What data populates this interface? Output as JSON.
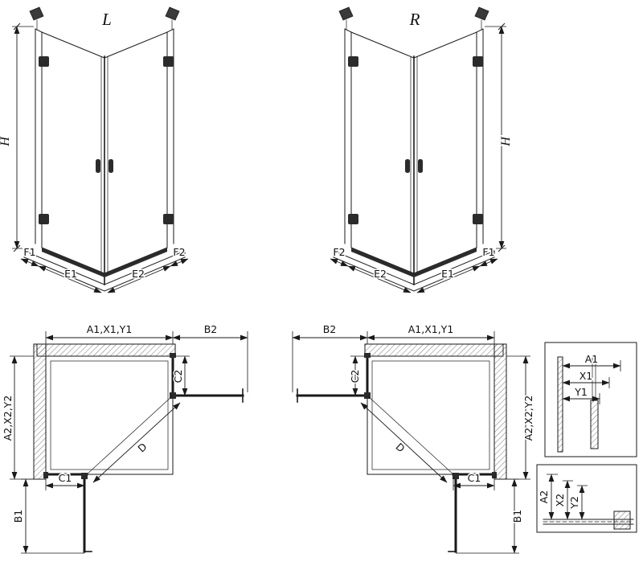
{
  "diagram": {
    "variant_left": {
      "label": "L",
      "height_label": "H",
      "bottom_labels": [
        "F1",
        "E1",
        "E2",
        "F2"
      ]
    },
    "variant_right": {
      "label": "R",
      "height_label": "H",
      "bottom_labels": [
        "F2",
        "E2",
        "E1",
        "F1"
      ]
    },
    "plan_left": {
      "width_label": "A1,X1,Y1",
      "door_top_label": "B2",
      "fixed_top_label": "C2",
      "depth_label": "A2,X2,Y2",
      "fixed_bottom_label": "C1",
      "diagonal_label": "D",
      "door_bottom_label": "B1"
    },
    "plan_right": {
      "width_label": "A1,X1,Y1",
      "door_top_label": "B2",
      "fixed_top_label": "C2",
      "depth_label": "A2,X2,Y2",
      "fixed_bottom_label": "C1",
      "diagonal_label": "D",
      "door_bottom_label": "B1"
    },
    "detail_top": {
      "rows": [
        "A1",
        "X1",
        "Y1"
      ]
    },
    "detail_bottom": {
      "rows": [
        "A2",
        "X2",
        "Y2"
      ]
    },
    "colors": {
      "line": "#1a1a1a",
      "hardware": "#2b2b2b"
    }
  }
}
